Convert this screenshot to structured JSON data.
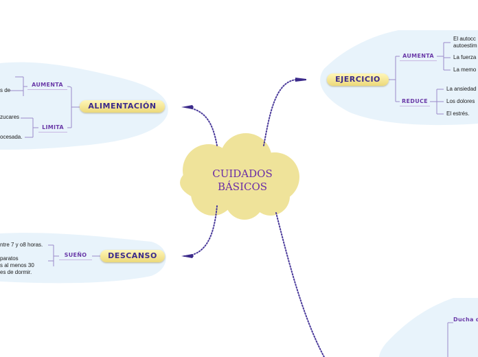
{
  "center": {
    "label": "CUIDADOS\nBÁSICOS"
  },
  "branches": {
    "alimentacion": {
      "label": "ALIMENTACIÓN",
      "aumenta": {
        "label": "AUMENTA",
        "items": [
          "s de"
        ]
      },
      "limita": {
        "label": "LIMITA",
        "items": [
          "zucares",
          "ocesada."
        ]
      }
    },
    "ejercicio": {
      "label": "EJERCICIO",
      "aumenta": {
        "label": "AUMENTA",
        "items": [
          "El autocc\nautoestim",
          "La fuerza",
          "La memo"
        ]
      },
      "reduce": {
        "label": "REDUCE",
        "items": [
          "La ansiedad",
          "Los dolores",
          "El estrés."
        ]
      }
    },
    "descanso": {
      "label": "DESCANSO",
      "sueno": {
        "label": "SUEÑO",
        "items": [
          "ntre 7 y o8 horas.",
          "paratos\ns al menos 30\nes de dormir."
        ]
      }
    },
    "higiene": {
      "sub": {
        "label": "Ducha d"
      }
    }
  },
  "colors": {
    "bubble": "#e8f3fb",
    "node": "#f3e59a",
    "text": "#3b2a8a",
    "accent": "#6a3aa8",
    "cloud": "#efe39a"
  }
}
